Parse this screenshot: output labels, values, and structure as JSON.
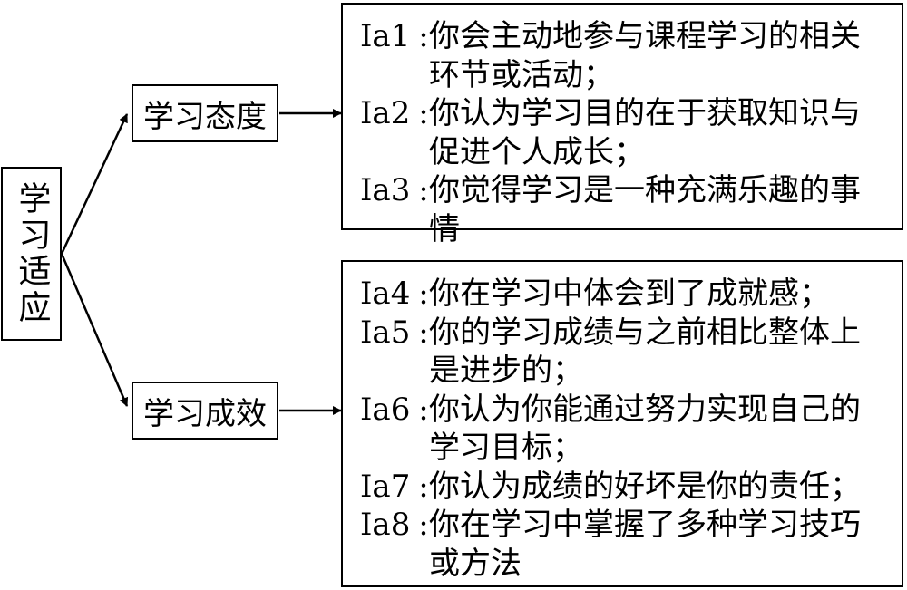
{
  "root": {
    "label": "学习适应"
  },
  "branches": [
    {
      "label": "学习态度",
      "items": [
        {
          "code": "Ia1",
          "text": "你会主动地参与课程学习的相关环节或活动；"
        },
        {
          "code": "Ia2",
          "text": "你认为学习目的在于获取知识与促进个人成长；"
        },
        {
          "code": "Ia3",
          "text": "你觉得学习是一种充满乐趣的事情"
        }
      ]
    },
    {
      "label": "学习成效",
      "items": [
        {
          "code": "Ia4",
          "text": "你在学习中体会到了成就感；"
        },
        {
          "code": "Ia5",
          "text": "你的学习成绩与之前相比整体上是进步的；"
        },
        {
          "code": "Ia6",
          "text": "你认为你能通过努力实现自己的学习目标；"
        },
        {
          "code": "Ia7",
          "text": "你认为成绩的好坏是你的责任；"
        },
        {
          "code": "Ia8",
          "text": "你在学习中掌握了多种学习技巧或方法"
        }
      ]
    }
  ]
}
